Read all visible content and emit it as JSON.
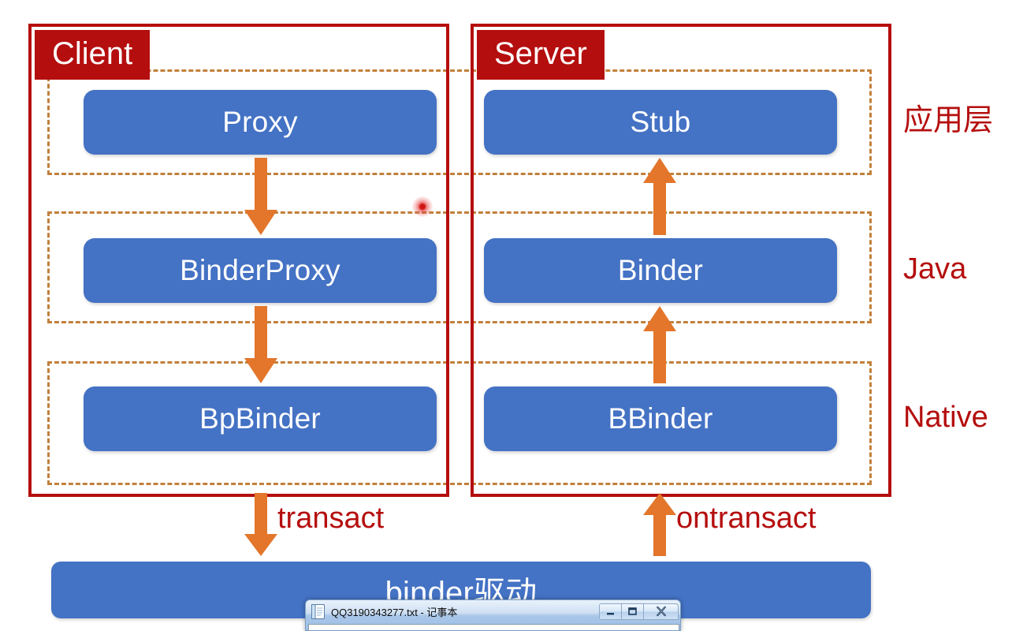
{
  "diagram": {
    "sides": [
      {
        "id": "client",
        "title": "Client"
      },
      {
        "id": "server",
        "title": "Server"
      }
    ],
    "layers": [
      {
        "id": "app",
        "label": "应用层",
        "client_node": "Proxy",
        "server_node": "Stub"
      },
      {
        "id": "java",
        "label": "Java",
        "client_node": "BinderProxy",
        "server_node": "Binder"
      },
      {
        "id": "native",
        "label": "Native",
        "client_node": "BpBinder",
        "server_node": "BBinder"
      }
    ],
    "nodes": {
      "proxy": "Proxy",
      "stub": "Stub",
      "binder_proxy": "BinderProxy",
      "binder": "Binder",
      "bp_binder": "BpBinder",
      "b_binder": "BBinder",
      "driver": "binder驱动"
    },
    "edge_labels": {
      "transact": "transact",
      "ontransact": "ontransact"
    },
    "colors": {
      "node_blue": "#4472C4",
      "frame_red": "#B50E0E",
      "layer_dash": "#C2803B",
      "arrow_orange": "#E3762B",
      "laser_dot": "#D11414"
    }
  },
  "notepad": {
    "title": "QQ3190343277.txt - 记事本",
    "icon": "notepad-icon",
    "buttons": {
      "minimize": "minimize-icon",
      "maximize": "maximize-icon",
      "close": "close-icon"
    }
  }
}
